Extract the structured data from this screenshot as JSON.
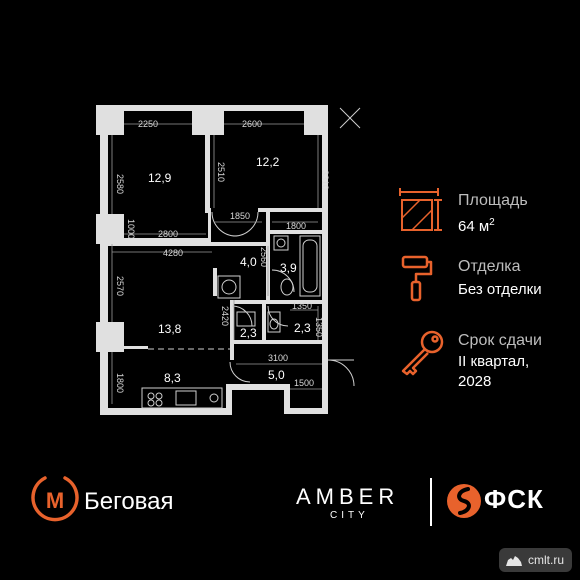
{
  "colors": {
    "accent": "#e8622c",
    "background": "#000000",
    "wall": "#e0e0e0",
    "wall_dark": "#8a8a8a"
  },
  "plan": {
    "dims": {
      "d2250": "2250",
      "d2600": "2600",
      "d2580": "2580",
      "d2510": "2510",
      "d3310": "3310",
      "d1850": "1850",
      "d1800a": "1800",
      "d1000": "1000",
      "d2800": "2800",
      "d4280": "4280",
      "d2560": "2560",
      "d2570": "2570",
      "d2420": "2420",
      "d1350a": "1350",
      "d1350b": "1350",
      "d3100": "3100",
      "d1500": "1500",
      "d1800b": "1800"
    },
    "rooms": {
      "r129": "12,9",
      "r122": "12,2",
      "r40": "4,0",
      "r39": "3,9",
      "r138": "13,8",
      "r23a": "2,3",
      "r23b": "2,3",
      "r83": "8,3",
      "r50": "5,0"
    }
  },
  "info": {
    "area_label": "Площадь",
    "area_value": "64 м",
    "area_sup": "2",
    "finish_label": "Отделка",
    "finish_value": "Без отделки",
    "term_label": "Срок сдачи",
    "term_line1": "II квартал,",
    "term_line2": "2028",
    "area_icon": "floor-plan-icon",
    "finish_icon": "paint-roller-icon",
    "term_icon": "key-icon"
  },
  "footer": {
    "metro_icon": "metro-logo-icon",
    "metro_letter": "М",
    "metro_station": "Беговая",
    "brand_name": "AMBER",
    "brand_sub": "CITY",
    "developer": "ФСК"
  },
  "watermark": {
    "text": "cmlt.ru"
  }
}
